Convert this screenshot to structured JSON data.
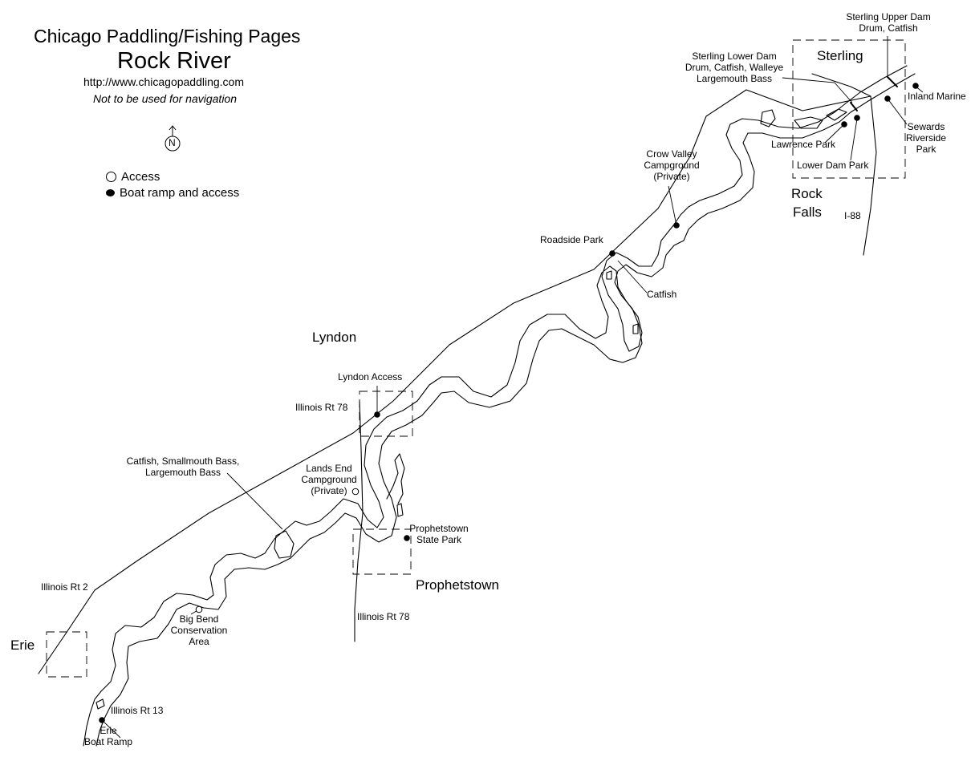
{
  "header": {
    "site_title": "Chicago Paddling/Fishing Pages",
    "map_title": "Rock River",
    "url": "http://www.chicagopaddling.com",
    "disclaimer": "Not to be used for navigation"
  },
  "compass": {
    "label": "N",
    "icon": "north-arrow-icon"
  },
  "legend": {
    "access": "Access",
    "boat_ramp": "Boat ramp and access"
  },
  "towns": {
    "sterling": "Sterling",
    "rock": "Rock",
    "falls": "Falls",
    "lyndon": "Lyndon",
    "prophetstown": "Prophetstown",
    "erie": "Erie"
  },
  "roads": {
    "i88": "I-88",
    "rt2": "Illinois Rt 2",
    "rt78_upper": "Illinois Rt 78",
    "rt78_lower": "Illinois Rt 78",
    "rt13": "Illinois Rt 13"
  },
  "places": {
    "upper_dam": [
      "Sterling Upper Dam",
      "Drum, Catfish"
    ],
    "lower_dam": [
      "Sterling Lower Dam",
      "Drum, Catfish, Walleye",
      "Largemouth Bass"
    ],
    "inland_marine": "Inland Marine",
    "sewards": [
      "Sewards",
      "Riverside",
      "Park"
    ],
    "lawrence_park": "Lawrence Park",
    "lower_dam_park": "Lower Dam Park",
    "crow_valley": [
      "Crow Valley",
      "Campground",
      "(Private)"
    ],
    "roadside_park": "Roadside Park",
    "catfish": "Catfish",
    "lyndon_access": "Lyndon Access",
    "fish_mid": [
      "Catfish, Smallmouth Bass,",
      "Largemouth Bass"
    ],
    "lands_end": [
      "Lands End",
      "Campground",
      "(Private)"
    ],
    "prophetstown_sp": [
      "Prophetstown",
      "State Park"
    ],
    "big_bend": [
      "Big Bend",
      "Conservation",
      "Area"
    ],
    "erie_ramp": [
      "Erie",
      "Boat Ramp"
    ]
  }
}
